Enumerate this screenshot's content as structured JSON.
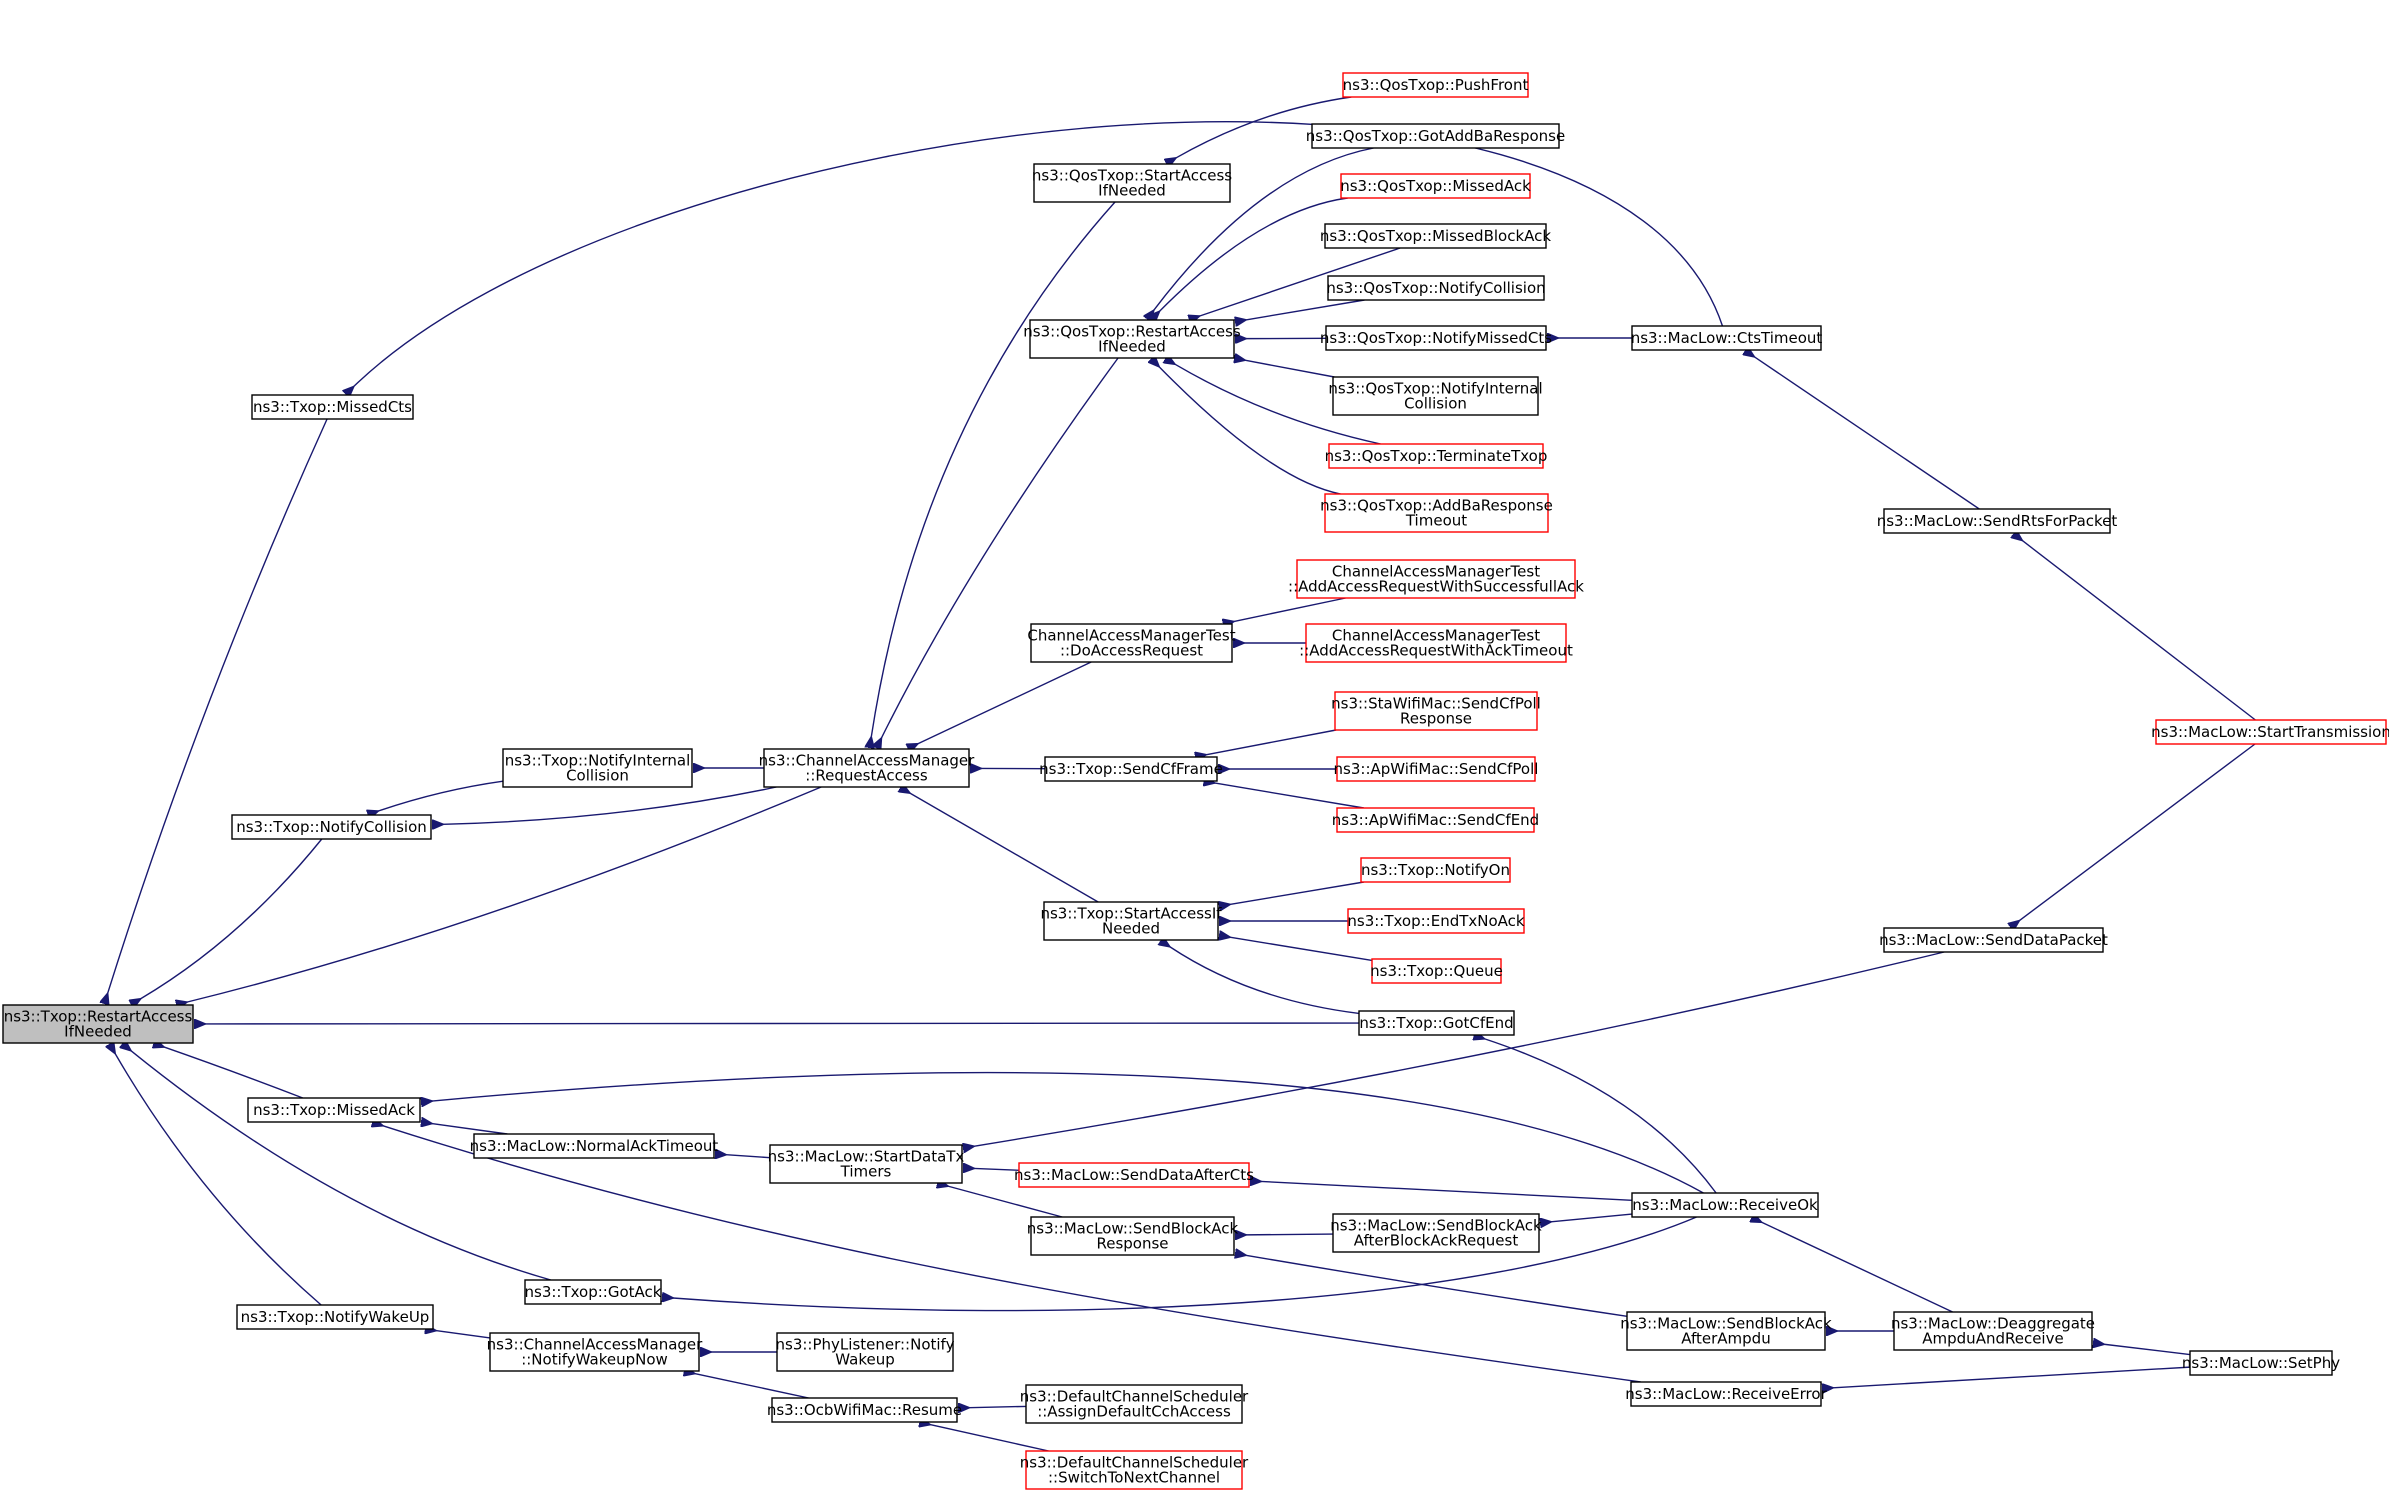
{
  "graph": {
    "nodes": [
      {
        "id": "n_root",
        "label": [
          "ns3::Txop::RestartAccess",
          "IfNeeded"
        ],
        "style": "root"
      },
      {
        "id": "n_missedcts",
        "label": [
          "ns3::Txop::MissedCts"
        ],
        "style": "normal"
      },
      {
        "id": "n_notifycollision",
        "label": [
          "ns3::Txop::NotifyCollision"
        ],
        "style": "normal"
      },
      {
        "id": "n_missedack",
        "label": [
          "ns3::Txop::MissedAck"
        ],
        "style": "normal"
      },
      {
        "id": "n_gotack",
        "label": [
          "ns3::Txop::GotAck"
        ],
        "style": "normal"
      },
      {
        "id": "n_notifywakeup",
        "label": [
          "ns3::Txop::NotifyWakeUp"
        ],
        "style": "normal"
      },
      {
        "id": "n_notifyinternal",
        "label": [
          "ns3::Txop::NotifyInternal",
          "Collision"
        ],
        "style": "normal"
      },
      {
        "id": "n_requestaccess",
        "label": [
          "ns3::ChannelAccessManager",
          "::RequestAccess"
        ],
        "style": "normal"
      },
      {
        "id": "n_normalacktimeout",
        "label": [
          "ns3::MacLow::NormalAckTimeout"
        ],
        "style": "normal"
      },
      {
        "id": "n_notifywakeupnow",
        "label": [
          "ns3::ChannelAccessManager",
          "::NotifyWakeupNow"
        ],
        "style": "normal"
      },
      {
        "id": "n_qosstartaccess",
        "label": [
          "ns3::QosTxop::StartAccess",
          "IfNeeded"
        ],
        "style": "normal"
      },
      {
        "id": "n_qosrestart",
        "label": [
          "ns3::QosTxop::RestartAccess",
          "IfNeeded"
        ],
        "style": "normal"
      },
      {
        "id": "n_doaccessrequest",
        "label": [
          "ChannelAccessManagerTest",
          "::DoAccessRequest"
        ],
        "style": "normal"
      },
      {
        "id": "n_sendcfframe",
        "label": [
          "ns3::Txop::SendCfFrame"
        ],
        "style": "normal"
      },
      {
        "id": "n_startaccessif",
        "label": [
          "ns3::Txop::StartAccessIf",
          "Needed"
        ],
        "style": "normal"
      },
      {
        "id": "n_startdatatx",
        "label": [
          "ns3::MacLow::StartDataTx",
          "Timers"
        ],
        "style": "normal"
      },
      {
        "id": "n_senddataaftercts",
        "label": [
          "ns3::MacLow::SendDataAfterCts"
        ],
        "style": "red"
      },
      {
        "id": "n_sendblockackresp",
        "label": [
          "ns3::MacLow::SendBlockAck",
          "Response"
        ],
        "style": "normal"
      },
      {
        "id": "n_phylistener",
        "label": [
          "ns3::PhyListener::Notify",
          "Wakeup"
        ],
        "style": "normal"
      },
      {
        "id": "n_ocbresume",
        "label": [
          "ns3::OcbWifiMac::Resume"
        ],
        "style": "normal"
      },
      {
        "id": "n_pushfront",
        "label": [
          "ns3::QosTxop::PushFront"
        ],
        "style": "red"
      },
      {
        "id": "n_gotaddba",
        "label": [
          "ns3::QosTxop::GotAddBaResponse"
        ],
        "style": "normal"
      },
      {
        "id": "n_qosmissedack",
        "label": [
          "ns3::QosTxop::MissedAck"
        ],
        "style": "red"
      },
      {
        "id": "n_missedblockack",
        "label": [
          "ns3::QosTxop::MissedBlockAck"
        ],
        "style": "normal"
      },
      {
        "id": "n_qosnotifycollision",
        "label": [
          "ns3::QosTxop::NotifyCollision"
        ],
        "style": "normal"
      },
      {
        "id": "n_notifymissedcts",
        "label": [
          "ns3::QosTxop::NotifyMissedCts"
        ],
        "style": "normal"
      },
      {
        "id": "n_qosnotifyinternal",
        "label": [
          "ns3::QosTxop::NotifyInternal",
          "Collision"
        ],
        "style": "normal"
      },
      {
        "id": "n_terminatetxop",
        "label": [
          "ns3::QosTxop::TerminateTxop"
        ],
        "style": "red"
      },
      {
        "id": "n_addbatimeout",
        "label": [
          "ns3::QosTxop::AddBaResponse",
          "Timeout"
        ],
        "style": "red"
      },
      {
        "id": "n_addsuccess",
        "label": [
          "ChannelAccessManagerTest",
          "::AddAccessRequestWithSuccessfullAck"
        ],
        "style": "red"
      },
      {
        "id": "n_addtimeout",
        "label": [
          "ChannelAccessManagerTest",
          "::AddAccessRequestWithAckTimeout"
        ],
        "style": "red"
      },
      {
        "id": "n_stasendcfpoll",
        "label": [
          "ns3::StaWifiMac::SendCfPoll",
          "Response"
        ],
        "style": "red"
      },
      {
        "id": "n_apsendcfpoll",
        "label": [
          "ns3::ApWifiMac::SendCfPoll"
        ],
        "style": "red"
      },
      {
        "id": "n_apsendcfend",
        "label": [
          "ns3::ApWifiMac::SendCfEnd"
        ],
        "style": "red"
      },
      {
        "id": "n_notifyon",
        "label": [
          "ns3::Txop::NotifyOn"
        ],
        "style": "red"
      },
      {
        "id": "n_endtxnoack",
        "label": [
          "ns3::Txop::EndTxNoAck"
        ],
        "style": "red"
      },
      {
        "id": "n_queue",
        "label": [
          "ns3::Txop::Queue"
        ],
        "style": "red"
      },
      {
        "id": "n_gotcfend",
        "label": [
          "ns3::Txop::GotCfEnd"
        ],
        "style": "normal"
      },
      {
        "id": "n_sendblockackafterbar",
        "label": [
          "ns3::MacLow::SendBlockAck",
          "AfterBlockAckRequest"
        ],
        "style": "normal"
      },
      {
        "id": "n_assigndefault",
        "label": [
          "ns3::DefaultChannelScheduler",
          "::AssignDefaultCchAccess"
        ],
        "style": "normal"
      },
      {
        "id": "n_switchtonext",
        "label": [
          "ns3::DefaultChannelScheduler",
          "::SwitchToNextChannel"
        ],
        "style": "red"
      },
      {
        "id": "n_ctstimeout",
        "label": [
          "ns3::MacLow::CtsTimeout"
        ],
        "style": "normal"
      },
      {
        "id": "n_sendrtsforpacket",
        "label": [
          "ns3::MacLow::SendRtsForPacket"
        ],
        "style": "normal"
      },
      {
        "id": "n_senddatapacket",
        "label": [
          "ns3::MacLow::SendDataPacket"
        ],
        "style": "normal"
      },
      {
        "id": "n_receiveok",
        "label": [
          "ns3::MacLow::ReceiveOk"
        ],
        "style": "normal"
      },
      {
        "id": "n_sendblockackafterampdu",
        "label": [
          "ns3::MacLow::SendBlockAck",
          "AfterAmpdu"
        ],
        "style": "normal"
      },
      {
        "id": "n_receiveerror",
        "label": [
          "ns3::MacLow::ReceiveError"
        ],
        "style": "normal"
      },
      {
        "id": "n_starttransmission",
        "label": [
          "ns3::MacLow::StartTransmission"
        ],
        "style": "red"
      },
      {
        "id": "n_deaggregate",
        "label": [
          "ns3::MacLow::Deaggregate",
          "AmpduAndReceive"
        ],
        "style": "normal"
      },
      {
        "id": "n_setphy",
        "label": [
          "ns3::MacLow::SetPhy"
        ],
        "style": "normal"
      }
    ],
    "edges": [
      [
        "n_root",
        "n_missedcts"
      ],
      [
        "n_root",
        "n_notifycollision"
      ],
      [
        "n_root",
        "n_requestaccess"
      ],
      [
        "n_root",
        "n_gotcfend"
      ],
      [
        "n_root",
        "n_missedack"
      ],
      [
        "n_root",
        "n_gotack"
      ],
      [
        "n_root",
        "n_notifywakeup"
      ],
      [
        "n_missedcts",
        "n_ctstimeout"
      ],
      [
        "n_notifycollision",
        "n_notifyinternal"
      ],
      [
        "n_notifycollision",
        "n_requestaccess"
      ],
      [
        "n_notifyinternal",
        "n_requestaccess"
      ],
      [
        "n_requestaccess",
        "n_qosstartaccess"
      ],
      [
        "n_requestaccess",
        "n_qosrestart"
      ],
      [
        "n_requestaccess",
        "n_doaccessrequest"
      ],
      [
        "n_requestaccess",
        "n_sendcfframe"
      ],
      [
        "n_requestaccess",
        "n_startaccessif"
      ],
      [
        "n_qosstartaccess",
        "n_pushfront"
      ],
      [
        "n_qosrestart",
        "n_gotaddba"
      ],
      [
        "n_qosrestart",
        "n_qosmissedack"
      ],
      [
        "n_qosrestart",
        "n_missedblockack"
      ],
      [
        "n_qosrestart",
        "n_qosnotifycollision"
      ],
      [
        "n_qosrestart",
        "n_notifymissedcts"
      ],
      [
        "n_qosrestart",
        "n_qosnotifyinternal"
      ],
      [
        "n_qosrestart",
        "n_terminatetxop"
      ],
      [
        "n_qosrestart",
        "n_addbatimeout"
      ],
      [
        "n_notifymissedcts",
        "n_ctstimeout"
      ],
      [
        "n_ctstimeout",
        "n_sendrtsforpacket"
      ],
      [
        "n_sendrtsforpacket",
        "n_starttransmission"
      ],
      [
        "n_doaccessrequest",
        "n_addsuccess"
      ],
      [
        "n_doaccessrequest",
        "n_addtimeout"
      ],
      [
        "n_sendcfframe",
        "n_stasendcfpoll"
      ],
      [
        "n_sendcfframe",
        "n_apsendcfpoll"
      ],
      [
        "n_sendcfframe",
        "n_apsendcfend"
      ],
      [
        "n_startaccessif",
        "n_notifyon"
      ],
      [
        "n_startaccessif",
        "n_endtxnoack"
      ],
      [
        "n_startaccessif",
        "n_queue"
      ],
      [
        "n_startaccessif",
        "n_gotcfend"
      ],
      [
        "n_gotcfend",
        "n_receiveok"
      ],
      [
        "n_missedack",
        "n_normalacktimeout"
      ],
      [
        "n_missedack",
        "n_receiveok"
      ],
      [
        "n_missedack",
        "n_receiveerror"
      ],
      [
        "n_normalacktimeout",
        "n_startdatatx"
      ],
      [
        "n_startdatatx",
        "n_senddatapacket"
      ],
      [
        "n_startdatatx",
        "n_senddataaftercts"
      ],
      [
        "n_startdatatx",
        "n_sendblockackresp"
      ],
      [
        "n_senddatapacket",
        "n_starttransmission"
      ],
      [
        "n_senddataaftercts",
        "n_receiveok"
      ],
      [
        "n_sendblockackresp",
        "n_sendblockackafterbar"
      ],
      [
        "n_sendblockackresp",
        "n_sendblockackafterampdu"
      ],
      [
        "n_sendblockackafterbar",
        "n_receiveok"
      ],
      [
        "n_gotack",
        "n_receiveok"
      ],
      [
        "n_receiveok",
        "n_deaggregate"
      ],
      [
        "n_sendblockackafterampdu",
        "n_deaggregate"
      ],
      [
        "n_deaggregate",
        "n_setphy"
      ],
      [
        "n_receiveerror",
        "n_setphy"
      ],
      [
        "n_notifywakeup",
        "n_notifywakeupnow"
      ],
      [
        "n_notifywakeupnow",
        "n_phylistener"
      ],
      [
        "n_notifywakeupnow",
        "n_ocbresume"
      ],
      [
        "n_ocbresume",
        "n_assigndefault"
      ],
      [
        "n_ocbresume",
        "n_switchtonext"
      ]
    ]
  }
}
